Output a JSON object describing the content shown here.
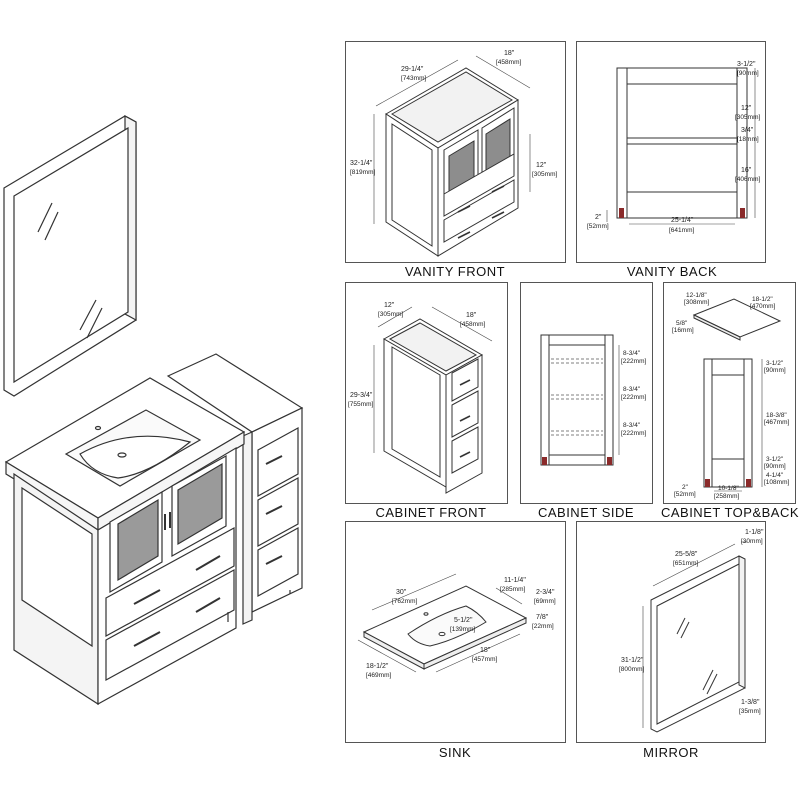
{
  "captions": {
    "vanity_front": "VANITY FRONT",
    "vanity_back": "VANITY BACK",
    "cabinet_front": "CABINET FRONT",
    "cabinet_side": "CABINET SIDE",
    "cabinet_topback": "CABINET TOP&BACK",
    "sink": "SINK",
    "mirror": "MIRROR"
  },
  "vanity_front": {
    "width": "29-1/4\"",
    "width_mm": "[743mm]",
    "depth": "18\"",
    "depth_mm": "[458mm]",
    "height": "32-1/4\"",
    "height_mm": "[819mm]",
    "door": "12\"",
    "door_mm": "[305mm]"
  },
  "vanity_back": {
    "top": "3-1/2\"",
    "top_mm": "[90mm]",
    "upper": "12\"",
    "upper_mm": "[305mm]",
    "rail": "3/4\"",
    "rail_mm": "[18mm]",
    "lower": "16\"",
    "lower_mm": "[406mm]",
    "foot": "2\"",
    "foot_mm": "[52mm]",
    "inner": "25-1/4\"",
    "inner_mm": "[641mm]"
  },
  "cabinet_front": {
    "width": "12\"",
    "width_mm": "[305mm]",
    "depth": "18\"",
    "depth_mm": "[458mm]",
    "height": "29-3/4\"",
    "height_mm": "[755mm]"
  },
  "cabinet_side": {
    "shelf": "8-3/4\"",
    "shelf_mm": "[222mm]"
  },
  "cabinet_topback": {
    "top_a": "12-1/8\"",
    "top_a_mm": "[308mm]",
    "top_b": "18-1/2\"",
    "top_b_mm": "[470mm]",
    "top_c": "5/8\"",
    "top_c_mm": "[16mm]",
    "back_top": "3-1/2\"",
    "back_top_mm": "[90mm]",
    "back_mid": "18-3/8\"",
    "back_mid_mm": "[467mm]",
    "back_low": "3-1/2\"",
    "back_low_mm": "[90mm]",
    "back_foot": "4-1/4\"",
    "back_foot_mm": "[108mm]",
    "back_width": "10-1/8\"",
    "back_width_mm": "[258mm]",
    "back_leg": "2\"",
    "back_leg_mm": "[52mm]"
  },
  "sink": {
    "width": "30\"",
    "width_mm": "[762mm]",
    "bowl_w": "11-1/4\"",
    "bowl_w_mm": "[285mm]",
    "edge": "2-3/4\"",
    "edge_mm": "[69mm]",
    "thick": "7/8\"",
    "thick_mm": "[22mm]",
    "bowl_d": "5-1/2\"",
    "bowl_d_mm": "[139mm]",
    "depth": "18\"",
    "depth_mm": "[457mm]",
    "side": "18-1/2\"",
    "side_mm": "[469mm]"
  },
  "mirror": {
    "thick": "1-1/8\"",
    "thick_mm": "[30mm]",
    "width": "25-5/8\"",
    "width_mm": "[651mm]",
    "height": "31-1/2\"",
    "height_mm": "[800mm]",
    "frame": "1-3/8\"",
    "frame_mm": "[35mm]"
  }
}
